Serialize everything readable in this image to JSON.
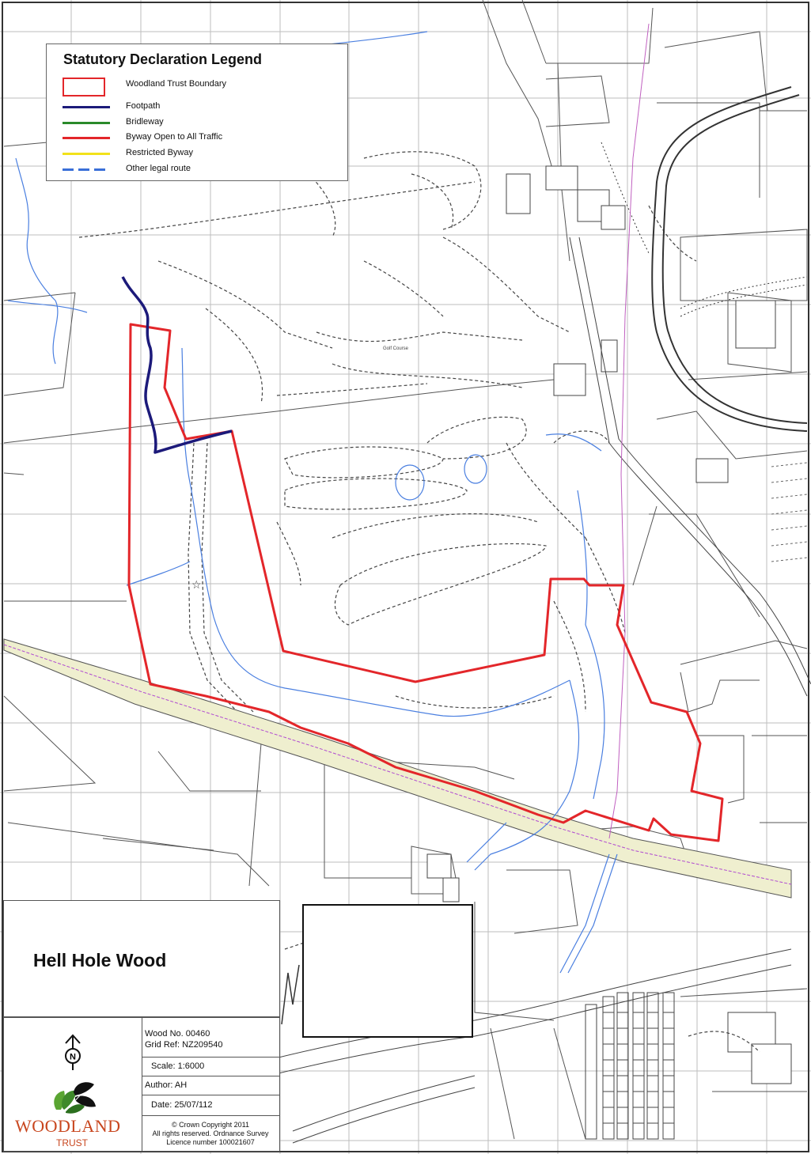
{
  "legend": {
    "title": "Statutory Declaration Legend",
    "items": [
      {
        "label": "Woodland Trust Boundary",
        "style": "box",
        "color": "#e3262a"
      },
      {
        "label": "Footpath",
        "style": "line",
        "color": "#1c1a7a"
      },
      {
        "label": "Bridleway",
        "style": "line",
        "color": "#2a8a2a"
      },
      {
        "label": "Byway Open to All Traffic",
        "style": "line",
        "color": "#e3262a"
      },
      {
        "label": "Restricted Byway",
        "style": "line",
        "color": "#f2e21a"
      },
      {
        "label": "Other legal route",
        "style": "dash",
        "color": "#3a6fd8"
      }
    ]
  },
  "title_block": {
    "wood_name": "Hell Hole Wood",
    "wood_no": "Wood No.  00460",
    "grid_ref": "Grid Ref:   NZ209540",
    "scale": "Scale: 1:6000",
    "author": "Author: AH",
    "date": "Date:  25/07/112",
    "copyright": [
      "© Crown Copyright 2011",
      "All rights reserved. Ordnance Survey",
      "Licence number 100021607"
    ]
  },
  "logo": {
    "name": "WOODLAND",
    "sub": "TRUST",
    "north_symbol": "N"
  },
  "map_labels": {
    "golf_course": "Golf Course"
  },
  "colors": {
    "boundary": "#e3262a",
    "footpath": "#1c1a7a",
    "stream": "#4a7fe0",
    "grid": "#bdbdbd",
    "base": "#555555",
    "railway_fill": "#efefcf"
  }
}
